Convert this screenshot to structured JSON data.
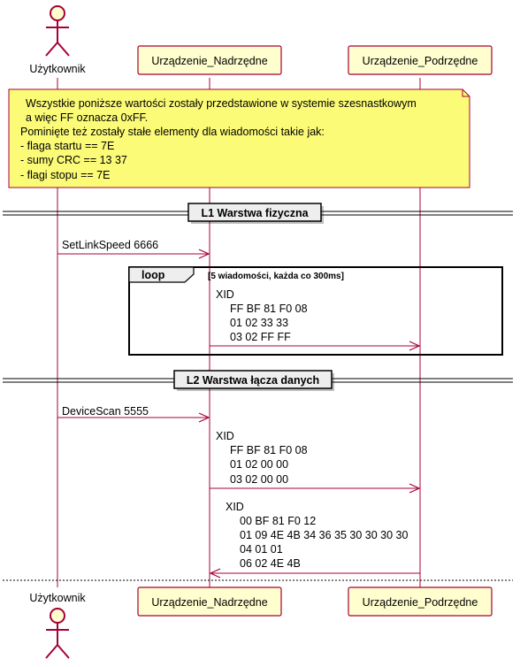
{
  "participants": {
    "user": "Użytkownik",
    "master": "Urządzenie_Nadrzędne",
    "slave": "Urządzenie_Podrzędne"
  },
  "note": {
    "lines": [
      "Wszystkie poniższe wartości zostały przedstawione w systemie szesnastkowym",
      "a więc FF oznacza 0xFF.",
      "Pominięte też zostały stałe elementy dla wiadomości takie jak:",
      "- flaga startu == 7E",
      "- sumy CRC == 13 37",
      "- flagi stopu == 7E"
    ]
  },
  "dividers": {
    "layer1": "L1 Warstwa fizyczna",
    "layer2": "L2 Warstwa łącza danych"
  },
  "loop": {
    "keyword": "loop",
    "condition": "[5 wiadomości, każda co 300ms]"
  },
  "messages": {
    "m1": [
      "SetLinkSpeed 6666"
    ],
    "m2": [
      "XID",
      "FF BF 81 F0 08",
      "01 02 33 33",
      "03 02 FF FF"
    ],
    "m3": [
      "DeviceScan 5555"
    ],
    "m4": [
      "XID",
      "FF BF 81 F0 08",
      "01 02 00 00",
      "03 02 00 00"
    ],
    "m5": [
      "XID",
      "00 BF 81 F0 12",
      "01 09 4E 4B 34 36 35 30 30 30 30",
      "04 01 01",
      "06 02 4E 4B"
    ]
  },
  "colors": {
    "participant_fill": "#FEFECE",
    "participant_border": "#A80036",
    "arrow": "#A80036",
    "note_fill": "#FBFB77",
    "note_border": "#A80036"
  }
}
